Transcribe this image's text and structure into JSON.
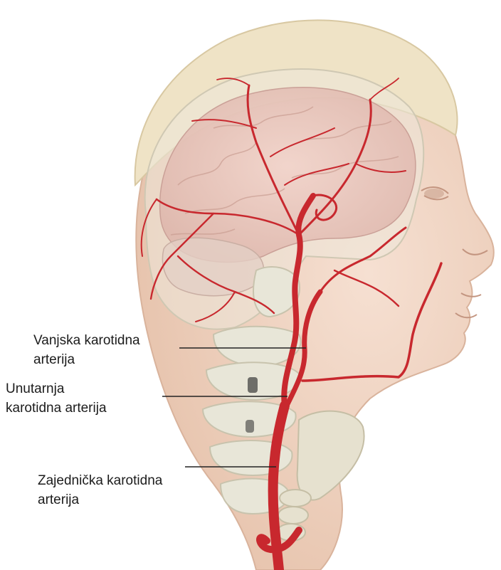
{
  "colors": {
    "skin": "#f1d6c5",
    "skin_shade": "#e2bba4",
    "hair": "#efe3c6",
    "brain": "#e8c4bc",
    "bone": "#e7e5d6",
    "artery": "#c8282e",
    "artery_dark": "#9c1a22",
    "leader_line": "#222222",
    "label_text": "#1c1c1c"
  },
  "labels": [
    {
      "id": "external",
      "lines": [
        "Vanjska karotidna",
        "arterija"
      ]
    },
    {
      "id": "internal",
      "lines": [
        "Unutarnja",
        "karotidna arterija"
      ]
    },
    {
      "id": "common",
      "lines": [
        "Zajednička karotidna",
        "arterija"
      ]
    }
  ]
}
